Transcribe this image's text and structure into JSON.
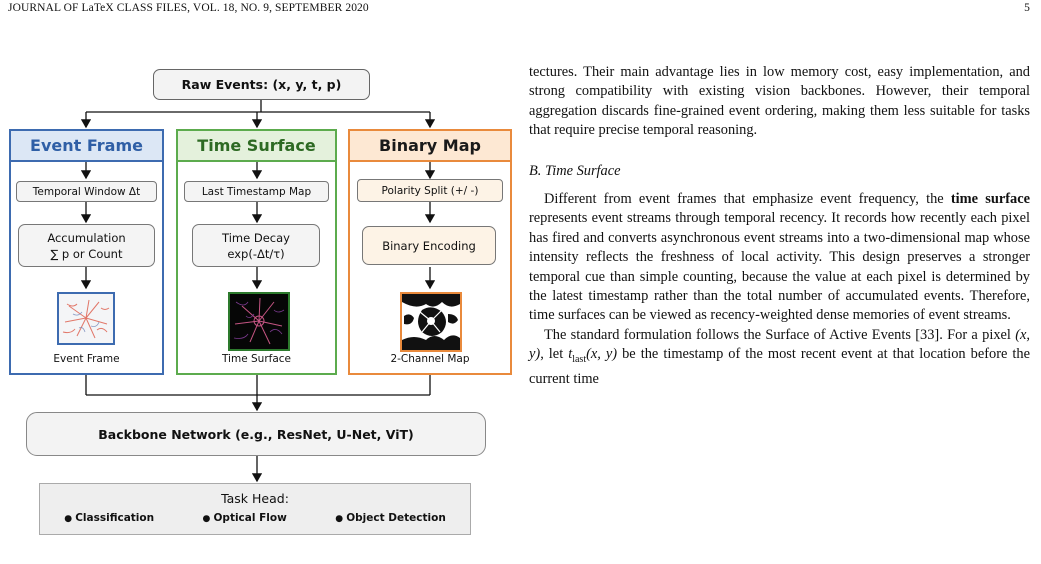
{
  "header": {
    "journal": "JOURNAL OF LaTeX CLASS FILES, VOL. 18, NO. 9, SEPTEMBER 2020",
    "page_number": "5"
  },
  "figure": {
    "raw_events": "Raw Events: (x, y, t, p)",
    "columns": [
      {
        "title": "Event Frame",
        "step1": "Temporal Window Δt",
        "step2_line1": "Accumulation",
        "step2_line2": "∑ p or Count",
        "caption": "Event Frame",
        "color": "#3d6bb0"
      },
      {
        "title": "Time Surface",
        "step1": "Last Timestamp Map",
        "step2_line1": "Time Decay",
        "step2_line2": "exp(-Δt/τ)",
        "caption": "Time Surface",
        "color": "#5cab4d"
      },
      {
        "title": "Binary Map",
        "step1": "Polarity Split (+/ -)",
        "step2_line1": "Binary Encoding",
        "step2_line2": "",
        "caption": "2-Channel Map",
        "color": "#e98a3c"
      }
    ],
    "backbone": "Backbone Network (e.g., ResNet, U-Net, ViT)",
    "task_head": {
      "title": "Task Head:",
      "items": [
        "Classification",
        "Optical Flow",
        "Object Detection"
      ]
    }
  },
  "text": {
    "para1": "tectures. Their main advantage lies in low memory cost, easy implementation, and strong compatibility with existing vision backbones. However, their temporal aggregation discards fine-grained event ordering, making them less suitable for tasks that require precise temporal reasoning.",
    "section": "B. Time Surface",
    "para2_pre": "Different from event frames that emphasize event frequency, the ",
    "para2_bold": "time surface",
    "para2_post": " represents event streams through temporal recency. It records how recently each pixel has fired and converts asynchronous event streams into a two-dimensional map whose intensity reflects the freshness of local activity. This design preserves a stronger temporal cue than simple counting, because the value at each pixel is determined by the latest timestamp rather than the total number of accumulated events. Therefore, time surfaces can be viewed as recency-weighted dense memories of event streams.",
    "para3_a": "The standard formulation follows the Surface of Active Events [33]. For a pixel ",
    "para3_xy": "(x, y)",
    "para3_b": ", let ",
    "para3_t": "t",
    "para3_sub": "last",
    "para3_xy2": "(x, y)",
    "para3_c": " be the timestamp of the most recent event at that location before the current time"
  }
}
